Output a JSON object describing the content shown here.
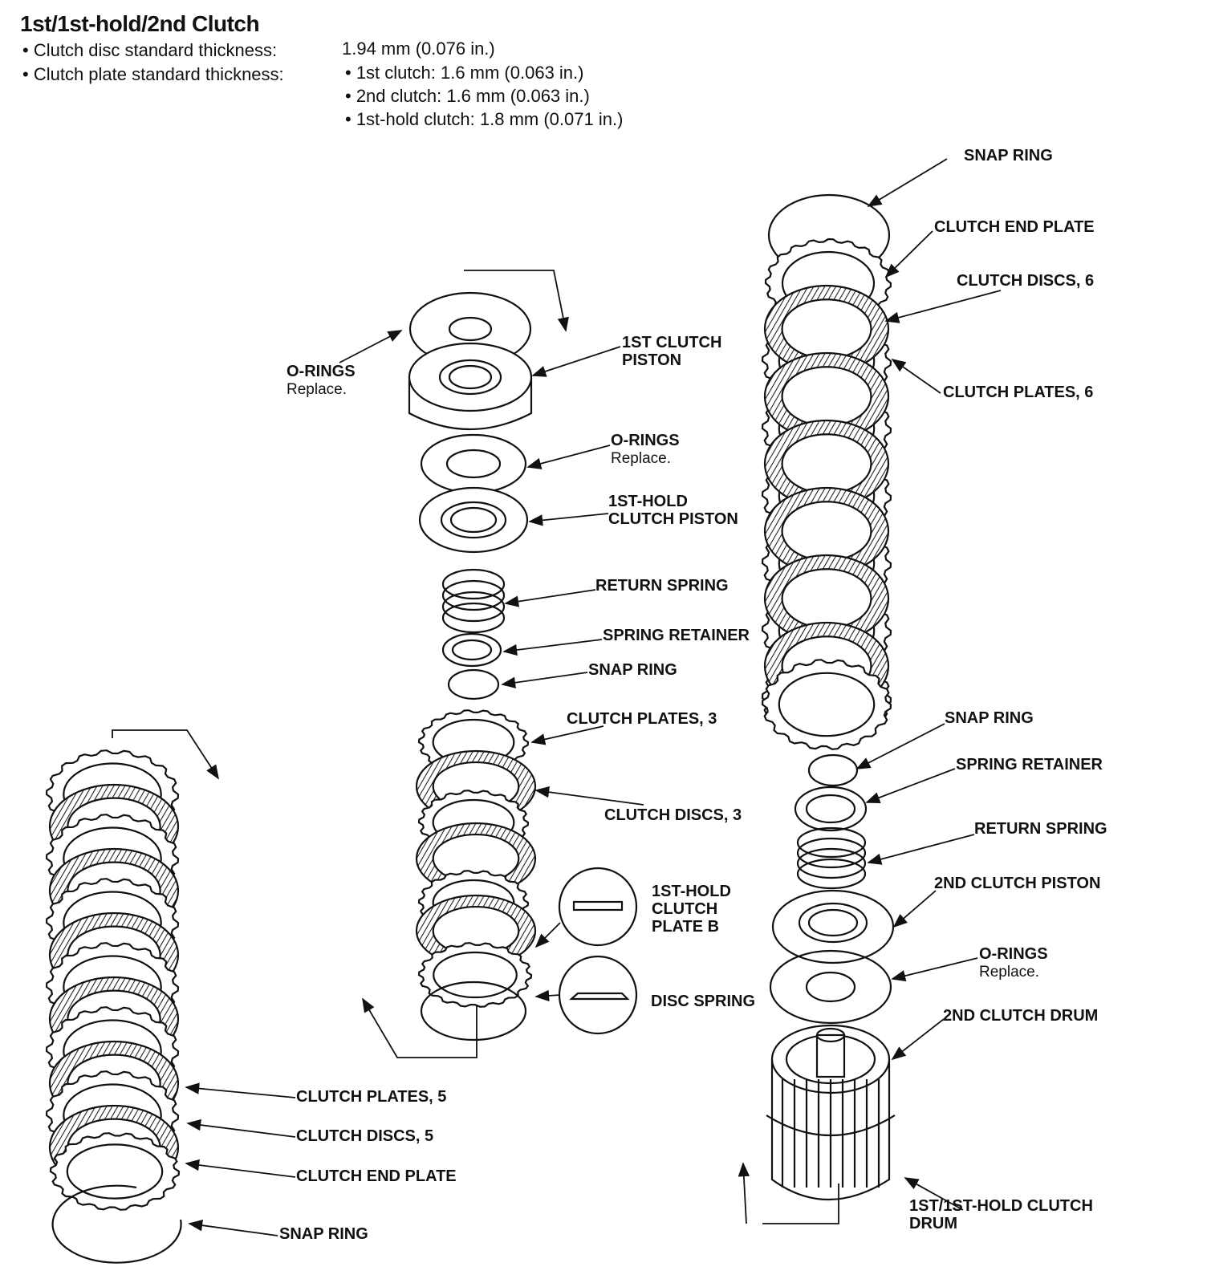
{
  "header": {
    "title": "1st/1st-hold/2nd Clutch",
    "disc_thickness_label": "• Clutch disc standard thickness:",
    "disc_thickness_value": "1.94 mm (0.076 in.)",
    "plate_thickness_label": "• Clutch plate standard thickness:",
    "plate_thickness_values": [
      "• 1st clutch: 1.6 mm (0.063 in.)",
      "• 2nd clutch: 1.6 mm (0.063 in.)",
      "• 1st-hold clutch: 1.8 mm (0.071 in.)"
    ]
  },
  "labels": {
    "right": {
      "snap_ring_top": "SNAP RING",
      "clutch_end_plate": "CLUTCH END PLATE",
      "clutch_discs": "CLUTCH DISCS, 6",
      "clutch_plates": "CLUTCH PLATES, 6",
      "snap_ring_mid": "SNAP RING",
      "spring_retainer": "SPRING RETAINER",
      "return_spring": "RETURN SPRING",
      "piston_2nd": "2ND CLUTCH PISTON",
      "o_rings": "O-RINGS",
      "o_rings_note": "Replace.",
      "drum_2nd": "2ND CLUTCH DRUM",
      "drum_1st_line1": "1ST/1ST-HOLD CLUTCH",
      "drum_1st_line2": "DRUM"
    },
    "center": {
      "o_rings_left": "O-RINGS",
      "o_rings_left_note": "Replace.",
      "piston_1st_line1": "1ST CLUTCH",
      "piston_1st_line2": "PISTON",
      "o_rings_right": "O-RINGS",
      "o_rings_right_note": "Replace.",
      "hold_piston_line1": "1ST-HOLD",
      "hold_piston_line2": "CLUTCH PISTON",
      "return_spring": "RETURN SPRING",
      "spring_retainer": "SPRING RETAINER",
      "snap_ring": "SNAP RING",
      "clutch_plates": "CLUTCH PLATES, 3",
      "clutch_discs": "CLUTCH DISCS, 3",
      "plate_b_line1": "1ST-HOLD",
      "plate_b_line2": "CLUTCH",
      "plate_b_line3": "PLATE B",
      "disc_spring": "DISC SPRING"
    },
    "left": {
      "clutch_plates": "CLUTCH PLATES, 5",
      "clutch_discs": "CLUTCH DISCS, 5",
      "clutch_end_plate": "CLUTCH END PLATE",
      "snap_ring": "SNAP RING"
    }
  }
}
